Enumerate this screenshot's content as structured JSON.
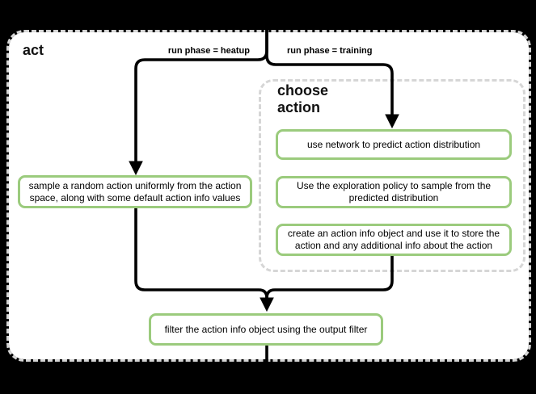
{
  "diagram": {
    "title": "act",
    "group": {
      "title": "choose\naction"
    },
    "edges": {
      "heatup_label": "run phase = heatup",
      "training_label": "run phase = training"
    },
    "nodes": {
      "sample_random": "sample a random action uniformly from the action\nspace, along with some default action info values",
      "use_network": "use network to predict action distribution",
      "exploration": "Use the exploration policy to sample from the\npredicted distribution",
      "action_info": "create an action info object and use it to store the\naction and any additional info about the action",
      "filter_output": "filter the action info object using the output filter"
    },
    "colors": {
      "background": "#000000",
      "container_fill": "#ffffff",
      "dashed_border": "#d6d6d6",
      "node_border": "#9bcb7d",
      "line": "#000000"
    }
  }
}
